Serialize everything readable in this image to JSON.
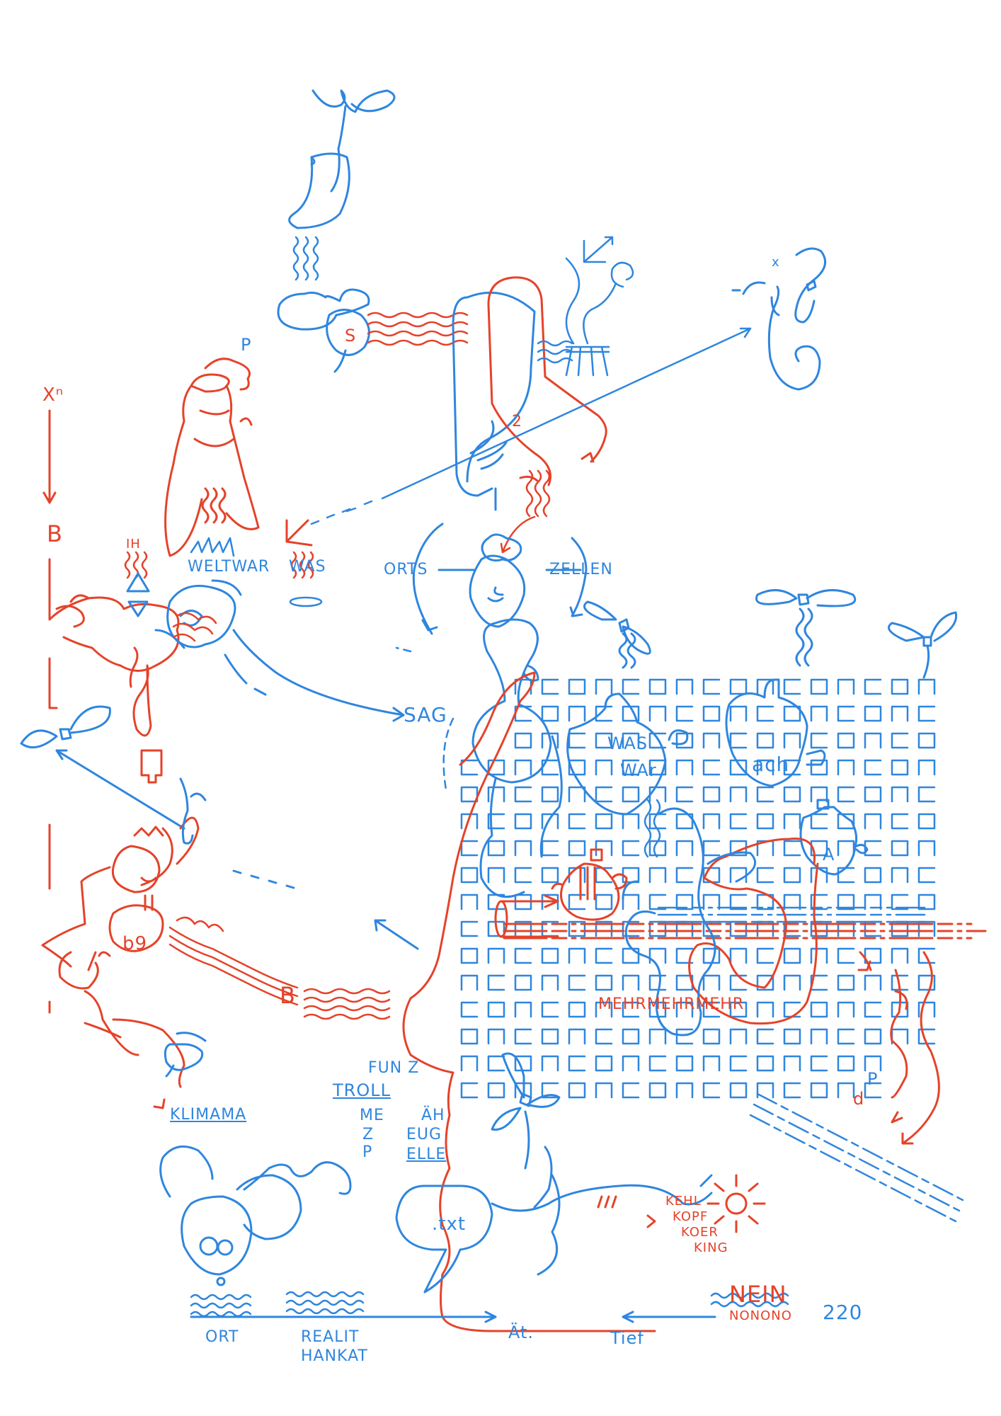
{
  "colors": {
    "blue_ink": "#2f86de",
    "red_ink": "#e4432a",
    "paper": "#ffffff"
  },
  "labels": {
    "xn": "Xⁿ",
    "b_left": "B",
    "ih": "IH",
    "p_top": "P",
    "weltwar": "WELTWAR",
    "was_top": "WAS",
    "orts": "ORTS",
    "zellen": "ZELLEN",
    "s_letter": "S",
    "two": "2",
    "x_right": "x",
    "sag": "SAG",
    "was_mid": "WAS",
    "war_mid": "WAr",
    "ach": "ach",
    "a_letter": "A",
    "b9": "b9",
    "b_red": "B",
    "mehr": "MEHRMEHRMEHR",
    "d": "d",
    "p_right": "P",
    "klimama": "KLIMAMA",
    "funz": "FUN Z",
    "troll": "TROLL",
    "me": "ME",
    "z": "Z",
    "p_small": "P",
    "aeh": "ÄH",
    "eug": "EUG",
    "elle": "ELLE",
    "txt": ".txt",
    "kehl": "KEHL",
    "kopf": "KOPF",
    "koer": "KOER",
    "king": "KING",
    "nein": "NEIN",
    "nonono": "NONONO",
    "page_number": "220",
    "ort": "ORT",
    "realit": "REALIT",
    "hankat": "HANKAT",
    "aet": "Ät.",
    "tief": "Tief"
  }
}
